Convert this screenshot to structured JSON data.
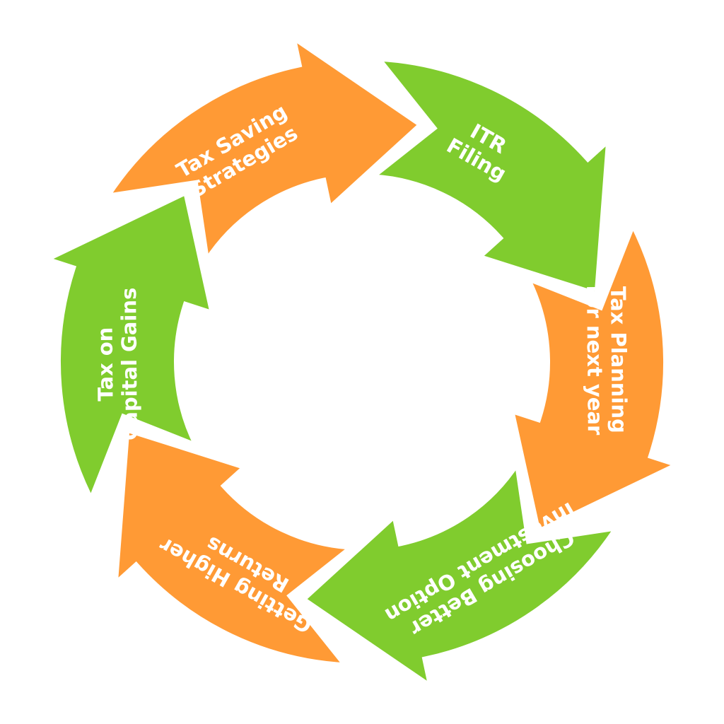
{
  "diagram": {
    "type": "cycle",
    "colors": {
      "orange": "#FF9A35",
      "green": "#80CC2E",
      "text": "#FFFFFF",
      "background": "#FFFFFF"
    },
    "steps": [
      {
        "id": "tax-saving-strategies",
        "lines": [
          "Tax Saving",
          "Strategies"
        ],
        "color": "orange"
      },
      {
        "id": "itr-filing",
        "lines": [
          "ITR",
          "Filing"
        ],
        "color": "green"
      },
      {
        "id": "tax-planning-next-year",
        "lines": [
          "Tax Planning",
          "for next year"
        ],
        "color": "orange"
      },
      {
        "id": "choosing-better-investment",
        "lines": [
          "Choosing Better",
          "Investment Option"
        ],
        "color": "green"
      },
      {
        "id": "getting-higher-returns",
        "lines": [
          "Getting Higher",
          "Returns"
        ],
        "color": "orange"
      },
      {
        "id": "tax-on-capital-gains",
        "lines": [
          "Tax on",
          "Capital Gains"
        ],
        "color": "green"
      }
    ]
  }
}
